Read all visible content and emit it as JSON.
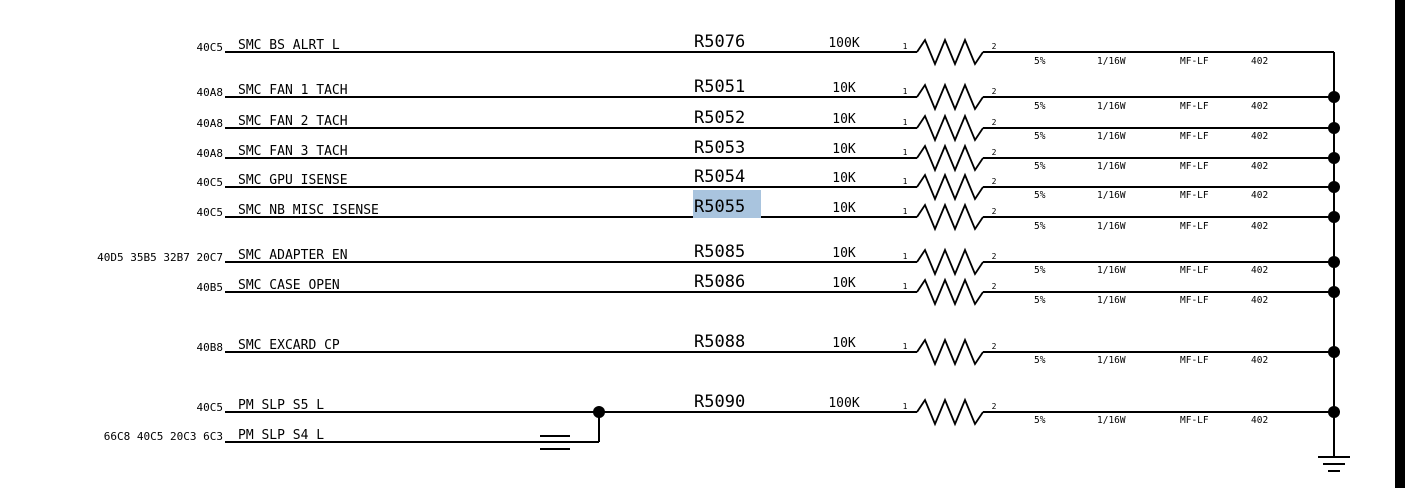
{
  "rows": [
    {
      "pages": "40C5",
      "net": "SMC_BS_ALRT_L",
      "ref": "R5076",
      "value": "100K",
      "tol": "5%",
      "power": "1/16W",
      "type": "MF-LF",
      "pkg": "402"
    },
    {
      "pages": "40A8",
      "net": "SMC_FAN_1_TACH",
      "ref": "R5051",
      "value": "10K",
      "tol": "5%",
      "power": "1/16W",
      "type": "MF-LF",
      "pkg": "402"
    },
    {
      "pages": "40A8",
      "net": "SMC_FAN_2_TACH",
      "ref": "R5052",
      "value": "10K",
      "tol": "5%",
      "power": "1/16W",
      "type": "MF-LF",
      "pkg": "402"
    },
    {
      "pages": "40A8",
      "net": "SMC_FAN_3_TACH",
      "ref": "R5053",
      "value": "10K",
      "tol": "5%",
      "power": "1/16W",
      "type": "MF-LF",
      "pkg": "402"
    },
    {
      "pages": "40C5",
      "net": "SMC_GPU_ISENSE",
      "ref": "R5054",
      "value": "10K",
      "tol": "5%",
      "power": "1/16W",
      "type": "MF-LF",
      "pkg": "402"
    },
    {
      "pages": "40C5",
      "net": "SMC_NB_MISC_ISENSE",
      "ref": "R5055",
      "value": "10K",
      "tol": "5%",
      "power": "1/16W",
      "type": "MF-LF",
      "pkg": "402",
      "highlighted": true
    },
    {
      "pages": "40D5 35B5 32B7 20C7",
      "net": "SMC_ADAPTER_EN",
      "ref": "R5085",
      "value": "10K",
      "tol": "5%",
      "power": "1/16W",
      "type": "MF-LF",
      "pkg": "402"
    },
    {
      "pages": "40B5",
      "net": "SMC_CASE_OPEN",
      "ref": "R5086",
      "value": "10K",
      "tol": "5%",
      "power": "1/16W",
      "type": "MF-LF",
      "pkg": "402"
    },
    {
      "pages": "40B8",
      "net": "SMC_EXCARD_CP",
      "ref": "R5088",
      "value": "10K",
      "tol": "5%",
      "power": "1/16W",
      "type": "MF-LF",
      "pkg": "402"
    },
    {
      "pages": "40C5",
      "net": "PM_SLP_S5_L",
      "ref": "R5090",
      "value": "100K",
      "tol": "5%",
      "power": "1/16W",
      "type": "MF-LF",
      "pkg": "402"
    }
  ],
  "extra_net": {
    "pages": "66C8 40C5 20C3 6C3",
    "net": "PM_SLP_S4_L"
  },
  "pin_labels": {
    "pin1": "1",
    "pin2": "2"
  },
  "colors": {
    "highlight": "#a9c4de",
    "ink": "#000000"
  }
}
